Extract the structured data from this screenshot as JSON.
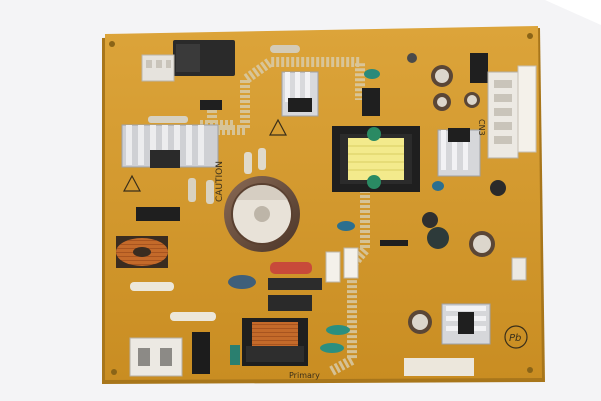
{
  "board": {
    "caution_title": "CAUTION",
    "connectors": [
      "CN3"
    ],
    "marks": [
      "Pb"
    ],
    "silk_bottom": "Primary"
  },
  "colors": {
    "board": "#d99a2b",
    "board_shadow": "#b77f1f",
    "trace": "#c9c0a0",
    "heatsink": "#d9d9dc",
    "capacitor": "#6a4c3b",
    "connector": "#e9e5de",
    "background": "#f4f4f6"
  },
  "components": [
    {
      "name": "transformer",
      "type": "transformer"
    },
    {
      "name": "bulk-capacitor",
      "type": "electrolytic-capacitor"
    },
    {
      "name": "heatsink-left",
      "type": "heatsink"
    },
    {
      "name": "heatsink-top",
      "type": "heatsink"
    },
    {
      "name": "heatsink-right",
      "type": "heatsink"
    },
    {
      "name": "heatsink-bottom-right",
      "type": "heatsink"
    },
    {
      "name": "inductor-coil",
      "type": "inductor"
    },
    {
      "name": "relay",
      "type": "relay"
    },
    {
      "name": "power-inlet",
      "type": "connector"
    },
    {
      "name": "output-connector",
      "type": "connector"
    }
  ]
}
